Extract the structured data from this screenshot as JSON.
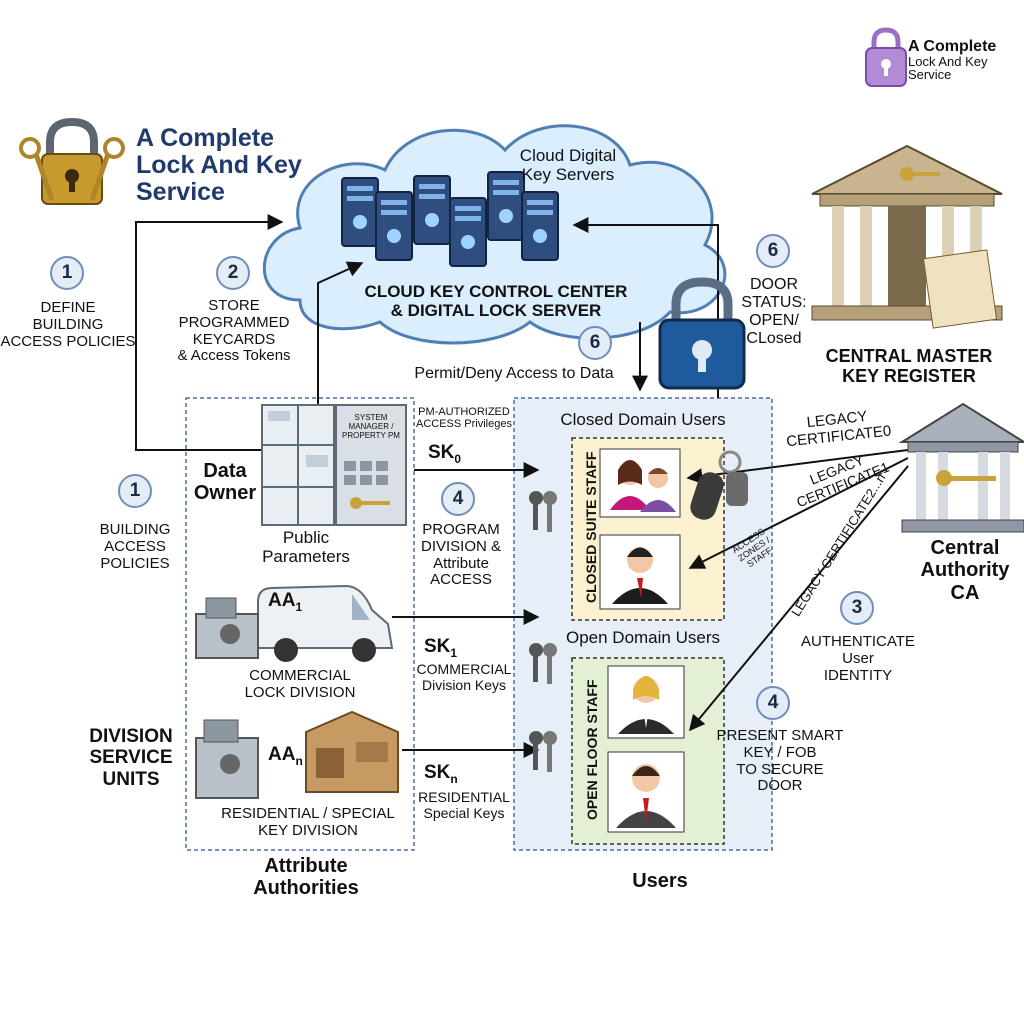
{
  "corner_logo": {
    "line1": "A Complete",
    "line2": "Lock And Key",
    "line3": "Service"
  },
  "brand": {
    "line1": "A Complete",
    "line2": "Lock And Key",
    "line3": "Service",
    "color": "#1f3a6b"
  },
  "cloud": {
    "servers_label": "Cloud Digital\nKey Servers",
    "center_label": "CLOUD KEY CONTROL CENTER\n& DIGITAL LOCK SERVER"
  },
  "steps": {
    "s1_top": {
      "num": "1",
      "text": "DEFINE\nBUILDING\nACCESS POLICIES"
    },
    "s2_top": {
      "num": "2",
      "text": "STORE\nPROGRAMMED\nKEYCARDS\n& Access Tokens"
    },
    "s6_permit": {
      "num": "6",
      "text": "Permit/Deny Access to Data"
    },
    "s6_door": {
      "num": "6",
      "text": "DOOR\nSTATUS:\nOPEN/\nCLosed"
    },
    "s1_left": {
      "num": "1",
      "text": "BUILDING\nACCESS\nPOLICIES"
    },
    "s4_program": {
      "num": "4",
      "text": "PROGRAM\nDIVISION &\nAttribute\nACCESS"
    },
    "s3_auth": {
      "num": "3",
      "text": "AUTHENTICATE\nUser\nIDENTITY"
    },
    "s4_present": {
      "num": "4",
      "text": "PRESENT SMART\nKEY / FOB\nTO SECURE\nDOOR"
    }
  },
  "register": {
    "label": "CENTRAL MASTER\nKEY REGISTER"
  },
  "authority": {
    "label": "Central\nAuthority\nCA"
  },
  "attribute_panel": {
    "data_owner": "Data\nOwner",
    "system_manager": "SYSTEM\nMANAGER /\nPROPERTY PM",
    "public_parameters": "Public\nParameters",
    "aa1": "AA",
    "aa1_sub": "1",
    "commercial_division": "COMMERCIAL\nLOCK DIVISION",
    "aan": "AA",
    "aan_sub": "n",
    "residential_division": "RESIDENTIAL / SPECIAL\nKEY DIVISION",
    "title": "Attribute\nAuthorities",
    "division_units": "DIVISION\nSERVICE\nUNITS"
  },
  "keys": {
    "pm_privileges": "PM-AUTHORIZED\nACCESS Privileges",
    "sk0": "SK",
    "sk0_sub": "0",
    "sk1": "SK",
    "sk1_sub": "1",
    "sk1_desc": "COMMERCIAL\nDivision Keys",
    "skn": "SK",
    "skn_sub": "n",
    "skn_desc": "RESIDENTIAL\nSpecial Keys"
  },
  "users_panel": {
    "closed_title": "Closed Domain Users",
    "closed_staff": "CLOSED SUITE STAFF",
    "open_title": "Open Domain Users",
    "open_staff": "OPEN FLOOR STAFF",
    "title": "Users"
  },
  "legacy": {
    "cert0": "LEGACY\nCERTIFICATE0",
    "cert1": "LEGACY\nCERTIFICATE1",
    "cert2n": "LEGACY CERTIFICATE2...n",
    "access_zones": "ACCESS\nZONES /\nSTAFF"
  }
}
